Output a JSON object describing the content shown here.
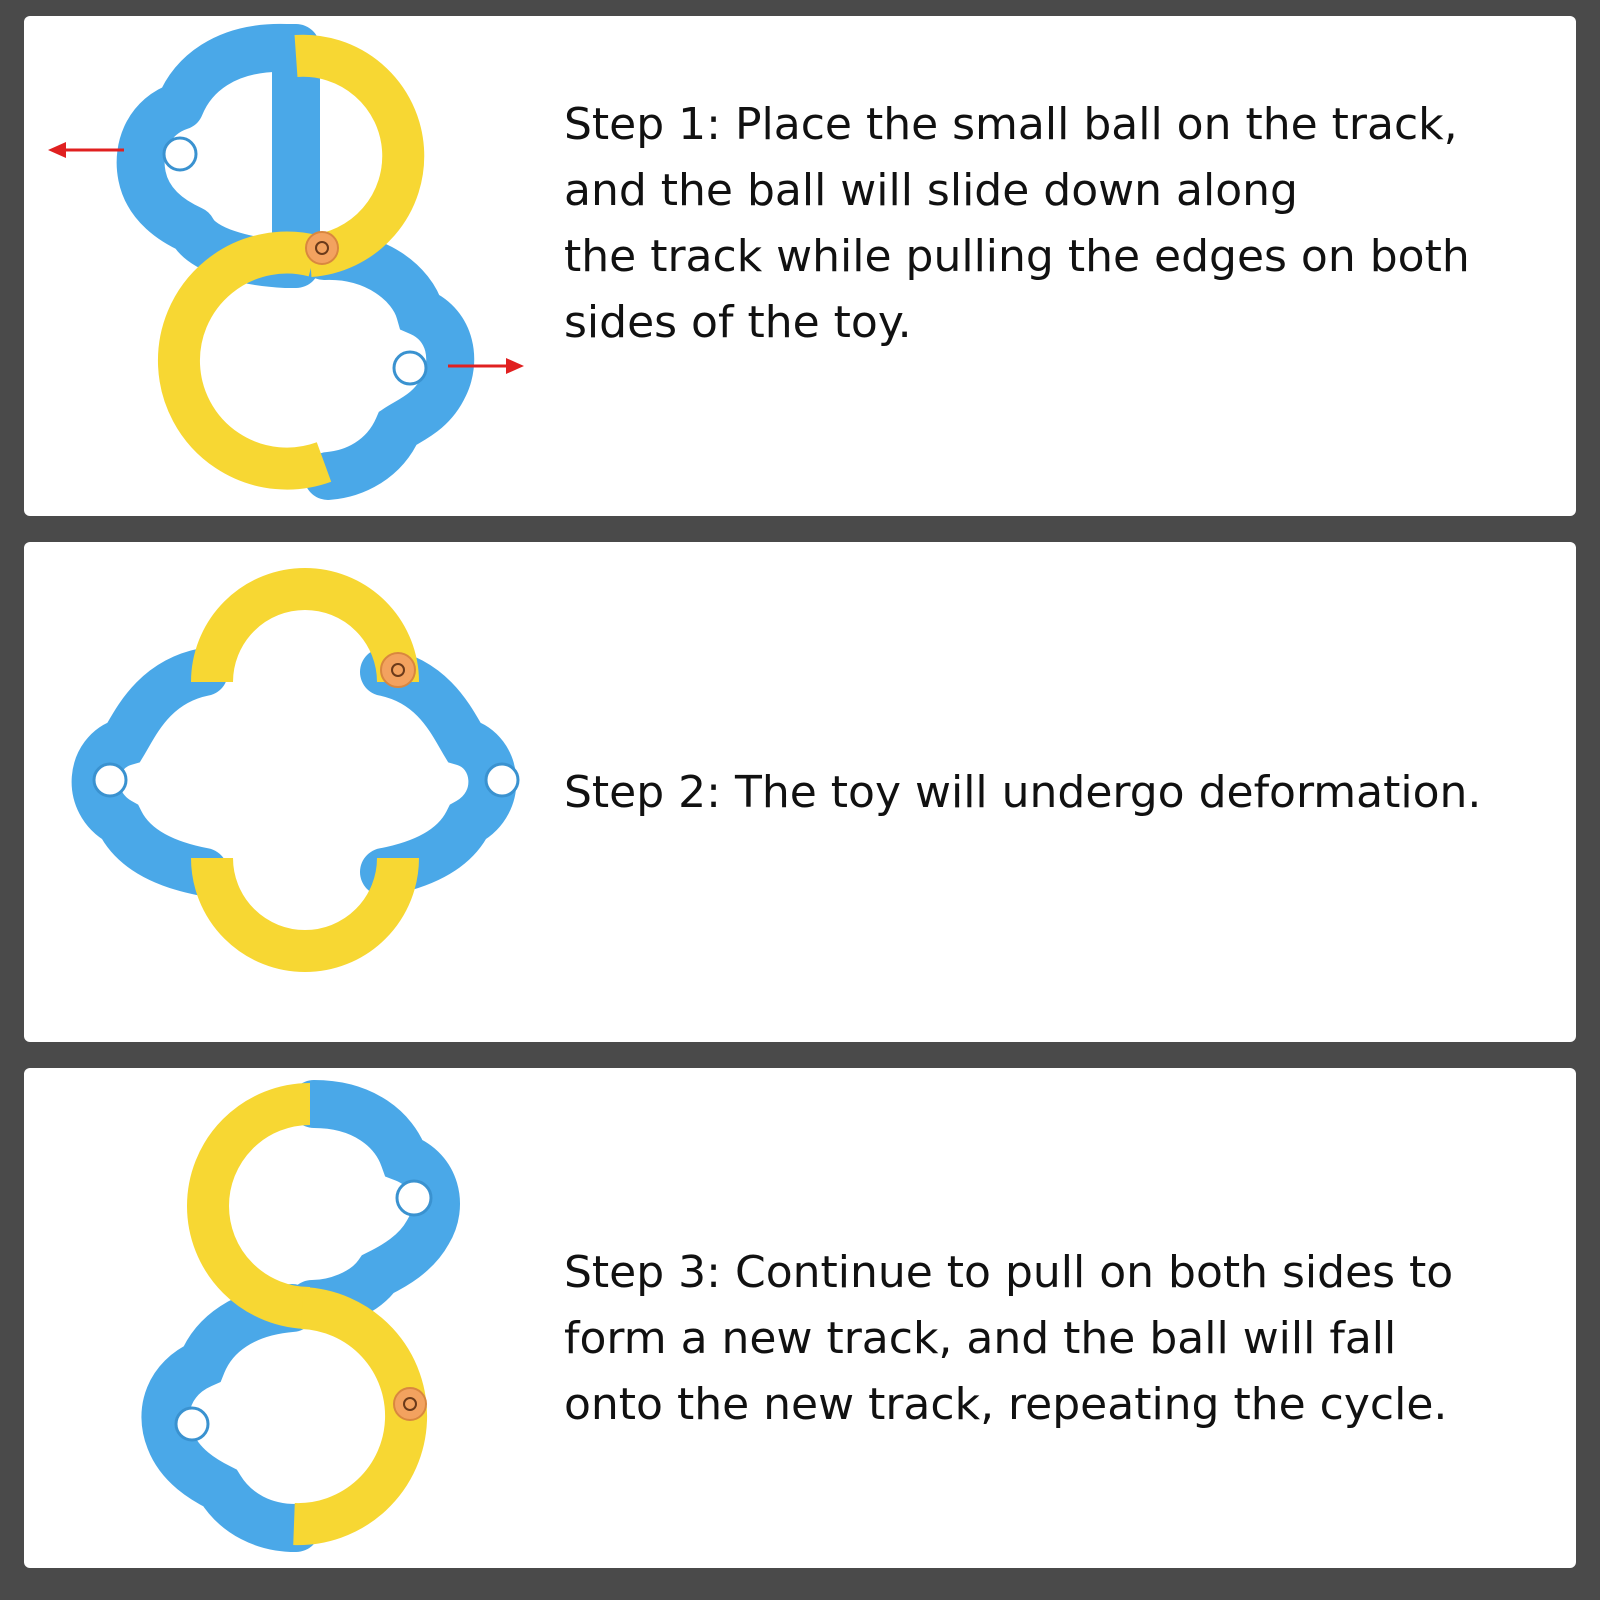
{
  "colors": {
    "page_background": "#4a4a4a",
    "panel_background": "#ffffff",
    "track_yellow": "#f7d733",
    "frame_blue": "#4aa8e8",
    "ball_orange": "#f3a25f",
    "arrow_red": "#e02020",
    "text": "#111111"
  },
  "steps": [
    {
      "id": "step-1",
      "lines": [
        "Step 1: Place the small ball on the track,",
        "and the ball will slide down along",
        "the track while pulling the edges on both",
        "sides of the toy."
      ],
      "illustration": [
        "figure-eight-track-icon",
        "ball-icon",
        "pull-left-arrow-icon",
        "pull-right-arrow-icon"
      ]
    },
    {
      "id": "step-2",
      "lines": [
        "Step 2: The toy will undergo deformation."
      ],
      "illustration": [
        "clover-shape-track-icon",
        "ball-icon"
      ]
    },
    {
      "id": "step-3",
      "lines": [
        "Step 3: Continue to pull on both sides to",
        "form a new track, and the ball will fall",
        "onto the new track, repeating the cycle."
      ],
      "illustration": [
        "figure-eight-track-icon",
        "ball-icon"
      ]
    }
  ]
}
